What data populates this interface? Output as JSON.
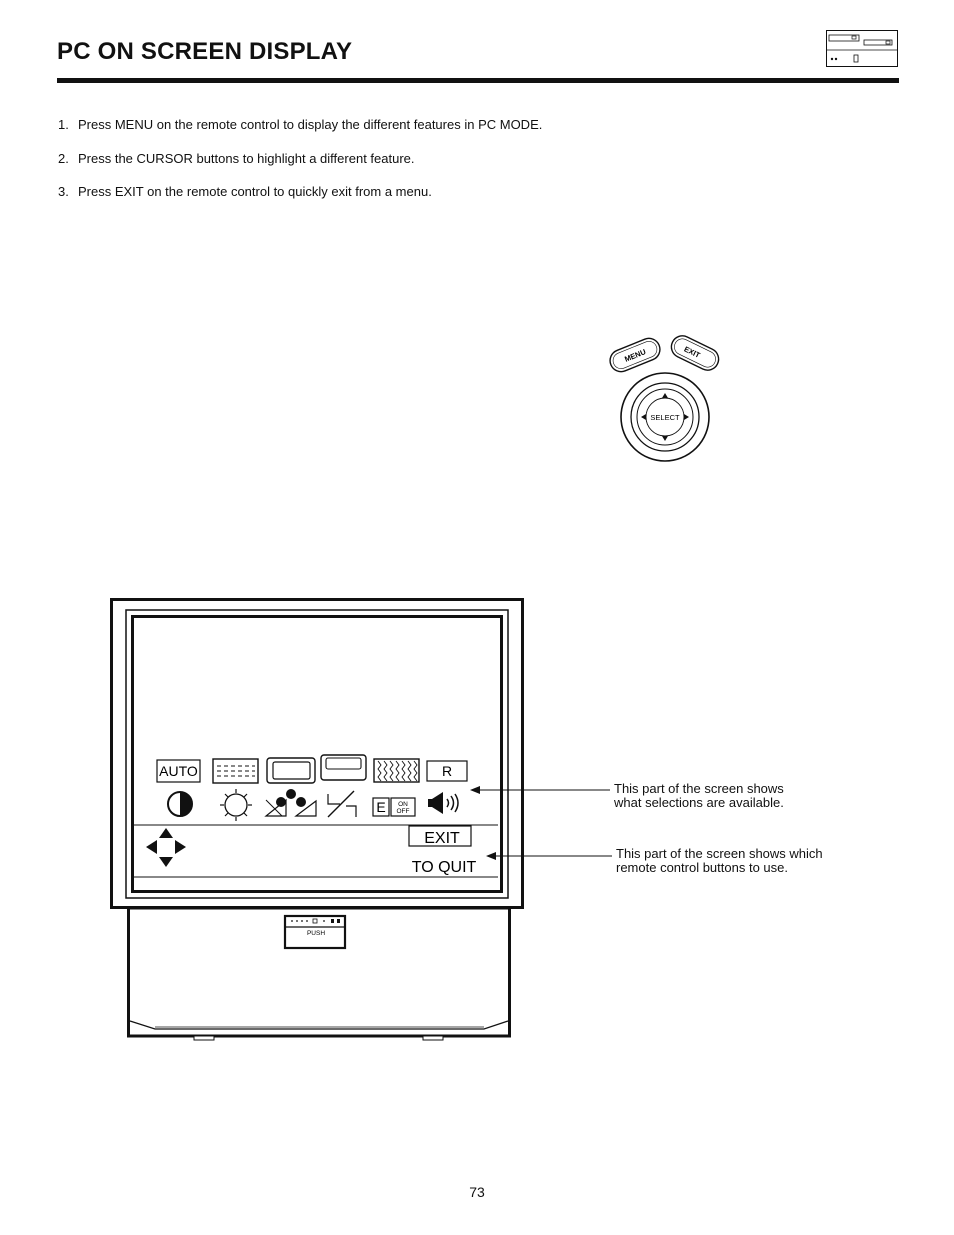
{
  "page": {
    "title": "PC ON SCREEN DISPLAY",
    "page_number": "73"
  },
  "steps": [
    {
      "number": "1.",
      "text": "Press MENU on the remote control to display the different features in PC MODE."
    },
    {
      "number": "2.",
      "text": "Press the CURSOR buttons to highlight a different feature."
    },
    {
      "number": "3.",
      "text": "Press EXIT on the remote control to quickly exit from a menu."
    }
  ],
  "remote": {
    "menu_label": "MENU",
    "exit_label": "EXIT",
    "select_label": "SELECT"
  },
  "tv": {
    "osd": {
      "auto_label": "AUTO",
      "r_label": "R",
      "e_label": "E",
      "on_label": "ON",
      "off_label": "OFF",
      "exit_label": "EXIT",
      "to_quit_label": "TO QUIT"
    },
    "push_label": "PUSH"
  },
  "annotations": {
    "selections": {
      "line1": "This part of the screen shows",
      "line2": "what selections are available."
    },
    "buttons": {
      "line1": "This part of the screen shows which",
      "line2": "remote control buttons to use."
    }
  }
}
